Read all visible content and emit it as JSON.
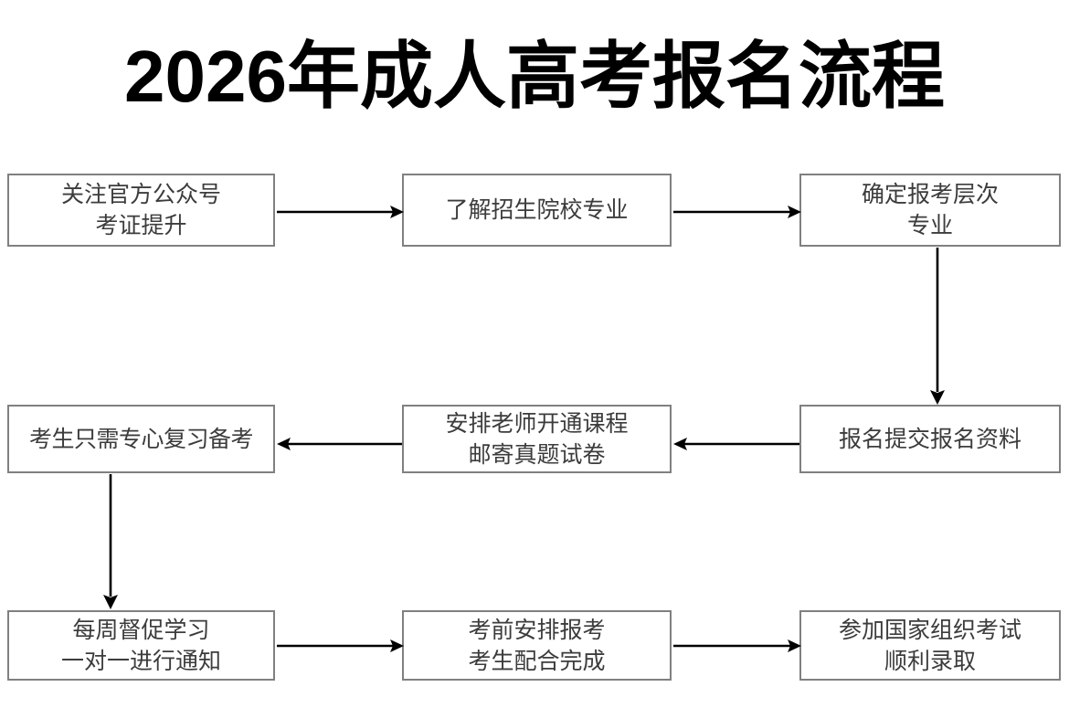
{
  "page": {
    "title": "2026年成人高考报名流程",
    "background_color": "#ffffff",
    "box_border_color": "#808080",
    "box_fill_color": "#ffffff",
    "text_color": "#3c3c3c",
    "title_color": "#000000",
    "arrow_color": "#000000"
  },
  "flowchart": {
    "type": "flowchart",
    "direction": "boustrophedon-left-to-right-then-right-to-left",
    "nodes": [
      {
        "id": "n1",
        "row": 1,
        "column": 1,
        "lines": [
          "关注官方公众号",
          "考证提升"
        ],
        "line1": "关注官方公众号",
        "line2": "考证提升"
      },
      {
        "id": "n2",
        "row": 1,
        "column": 2,
        "lines": [
          "了解招生院校专业"
        ],
        "line1": "了解招生院校专业",
        "line2": ""
      },
      {
        "id": "n3",
        "row": 1,
        "column": 3,
        "lines": [
          "确定报考层次",
          "专业"
        ],
        "line1": "确定报考层次",
        "line2": "专业"
      },
      {
        "id": "n4",
        "row": 2,
        "column": 1,
        "lines": [
          "考生只需专心复习备考"
        ],
        "line1": "考生只需专心复习备考",
        "line2": ""
      },
      {
        "id": "n5",
        "row": 2,
        "column": 2,
        "lines": [
          "安排老师开通课程",
          "邮寄真题试卷"
        ],
        "line1": "安排老师开通课程",
        "line2": "邮寄真题试卷"
      },
      {
        "id": "n6",
        "row": 2,
        "column": 3,
        "lines": [
          "报名提交报名资料"
        ],
        "line1": "报名提交报名资料",
        "line2": ""
      },
      {
        "id": "n7",
        "row": 3,
        "column": 1,
        "lines": [
          "每周督促学习",
          "一对一进行通知"
        ],
        "line1": "每周督促学习",
        "line2": "一对一进行通知"
      },
      {
        "id": "n8",
        "row": 3,
        "column": 2,
        "lines": [
          "考前安排报考",
          "考生配合完成"
        ],
        "line1": "考前安排报考",
        "line2": "考生配合完成"
      },
      {
        "id": "n9",
        "row": 3,
        "column": 3,
        "lines": [
          "参加国家组织考试",
          "顺利录取"
        ],
        "line1": "参加国家组织考试",
        "line2": "顺利录取"
      }
    ],
    "edges": [
      {
        "from": "n1",
        "to": "n2",
        "direction": "right"
      },
      {
        "from": "n2",
        "to": "n3",
        "direction": "right"
      },
      {
        "from": "n3",
        "to": "n6",
        "direction": "down"
      },
      {
        "from": "n6",
        "to": "n5",
        "direction": "left"
      },
      {
        "from": "n5",
        "to": "n4",
        "direction": "left"
      },
      {
        "from": "n4",
        "to": "n7",
        "direction": "down"
      },
      {
        "from": "n7",
        "to": "n8",
        "direction": "right"
      },
      {
        "from": "n8",
        "to": "n9",
        "direction": "right"
      }
    ]
  }
}
